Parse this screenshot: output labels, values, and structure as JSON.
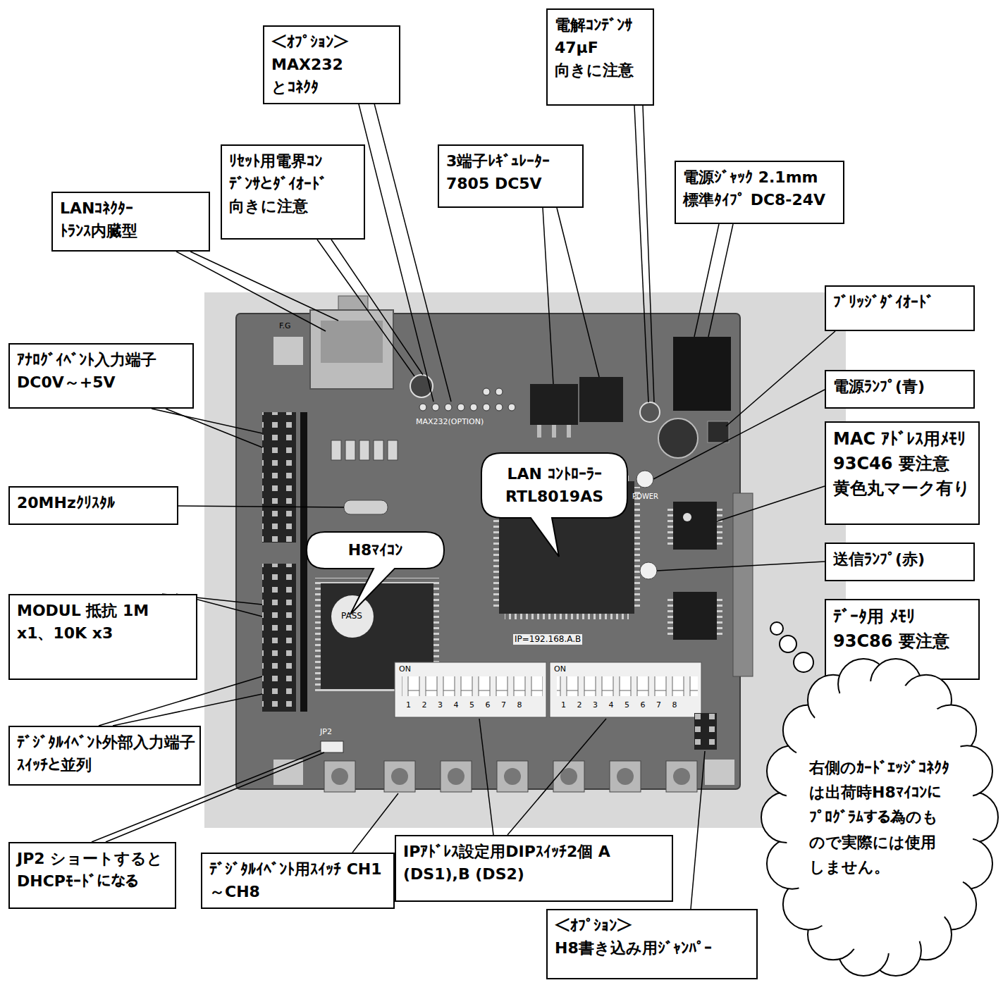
{
  "diagram": {
    "nodes": [
      {
        "text": [
          "＜ｵﾌﾟｼｮﾝ＞ MAX232 とｺﾈｸﾀ"
        ]
      },
      {
        "text": [
          "電解ｺﾝﾃﾞﾝｻ 47μF 向きに注意"
        ]
      },
      {
        "text": [
          "ﾘｾｯﾄ用電界ｺﾝ ﾃﾞﾝｻとﾀﾞｲｵｰﾄﾞ 向きに注意"
        ]
      },
      {
        "text": [
          "3端子ﾚｷﾞｭﾚｰﾀｰ 7805 DC5V"
        ]
      },
      {
        "text": [
          "電源ｼﾞｬｯｸ 2.1mm 標準ﾀｲﾌﾟ DC8-24V"
        ]
      },
      {
        "text": [
          "LANｺﾈｸﾀｰ ﾄﾗﾝｽ内臓型"
        ]
      },
      {
        "text": [
          "ﾌﾞﾘｯｼﾞﾀﾞｲｵｰﾄﾞ"
        ]
      },
      {
        "text": [
          "ｱﾅﾛｸﾞｲﾍﾞﾝﾄ入力端子 DC0V～+5V"
        ]
      },
      {
        "text": [
          "電源ﾗﾝﾌﾟ(青)"
        ]
      },
      {
        "text": [
          "MAC ｱﾄﾞﾚｽ用ﾒﾓﾘ 93C46 要注意 黄色丸マーク有り"
        ]
      },
      {
        "text": [
          "LAN ｺﾝﾄﾛｰﾗｰ RTL8019AS"
        ]
      },
      {
        "text": [
          "20MHzｸﾘｽﾀﾙ"
        ]
      },
      {
        "text": [
          "H8ﾏｲｺﾝ"
        ]
      },
      {
        "text": [
          "送信ﾗﾝﾌﾟ(赤)"
        ]
      },
      {
        "text": [
          "MODUL 抵抗 1M x1、10K x3"
        ]
      },
      {
        "text": [
          "ﾃﾞｰﾀ用 ﾒﾓﾘ 93C86 要注意"
        ]
      },
      {
        "text": [
          "右側のｶｰﾄﾞｴｯｼﾞｺﾈｸﾀは出荷時H8ﾏｲｺﾝにﾌﾟﾛｸﾞﾗﾑする為のもので実際には使用しません。"
        ]
      },
      {
        "text": [
          "ﾃﾞｼﾞﾀﾙｲﾍﾞﾝﾄ外部入力端子 ｽｲｯﾁと並列"
        ]
      },
      {
        "text": [
          "JP2 ショートすると DHCPﾓｰﾄﾞになる"
        ]
      },
      {
        "text": [
          "ﾃﾞｼﾞﾀﾙｲﾍﾞﾝﾄ用ｽｲｯﾁ CH1～CH8"
        ]
      },
      {
        "text": [
          "IPｱﾄﾞﾚｽ設定用DIPｽｲｯﾁ2個 A (DS1),B (DS2)"
        ]
      },
      {
        "text": [
          "＜ｵﾌﾟｼｮﾝ＞ H8書き込み用ｼﾞｬﾝﾊﾟｰ"
        ]
      }
    ],
    "labels": [
      "IP=192.168.A.B",
      "MAX232(OPTION)",
      "POWER",
      "PASS",
      "ON",
      "ON",
      "1 2 3 4 5 6 7 8",
      "1 2 3 4 5 6 7 8",
      "F.G",
      "JP2"
    ]
  }
}
